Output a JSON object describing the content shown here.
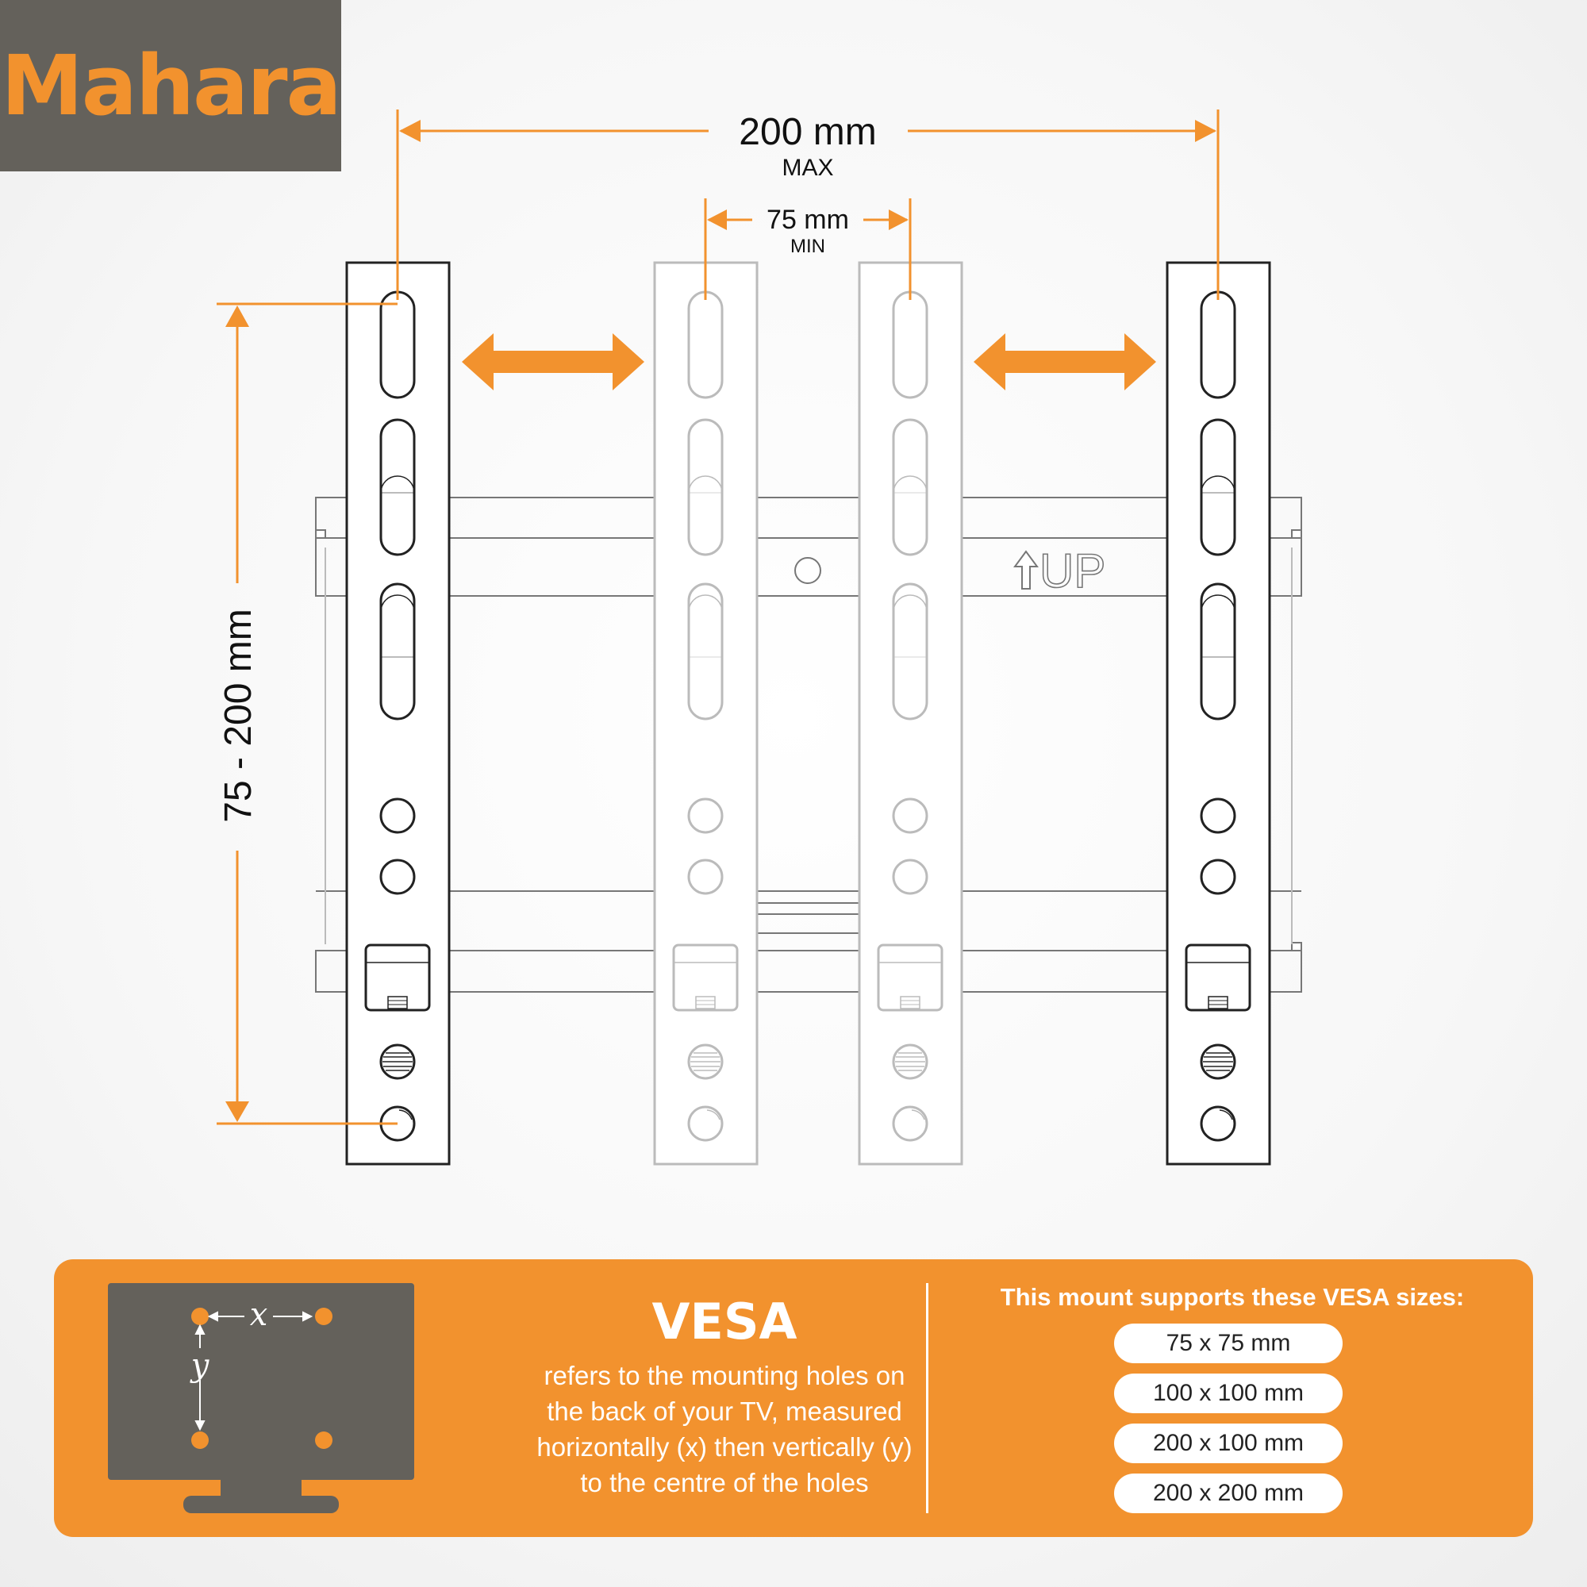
{
  "brand": {
    "name": "Mahara"
  },
  "dimensions": {
    "max_width_value": "200 mm",
    "max_width_label": "MAX",
    "min_width_value": "75 mm",
    "min_width_label": "MIN",
    "vertical_range": "75 - 200 mm"
  },
  "bracket": {
    "up_label": "UP"
  },
  "vesa_info": {
    "title": "VESA",
    "description_lines": [
      "refers to the mounting holes on",
      "the back of your TV, measured",
      "horizontally (x) then vertically (y)",
      "to the centre of the holes"
    ],
    "x_label": "x",
    "y_label": "y"
  },
  "supported_sizes": {
    "heading": "This mount supports these VESA sizes:",
    "items": [
      "75 x 75 mm",
      "100 x 100 mm",
      "200 x 100 mm",
      "200 x 200 mm"
    ]
  },
  "colors": {
    "accent": "#f2922e",
    "logo_bg": "#64615b",
    "line_dark": "#222222",
    "line_light": "#bbbbbb"
  }
}
